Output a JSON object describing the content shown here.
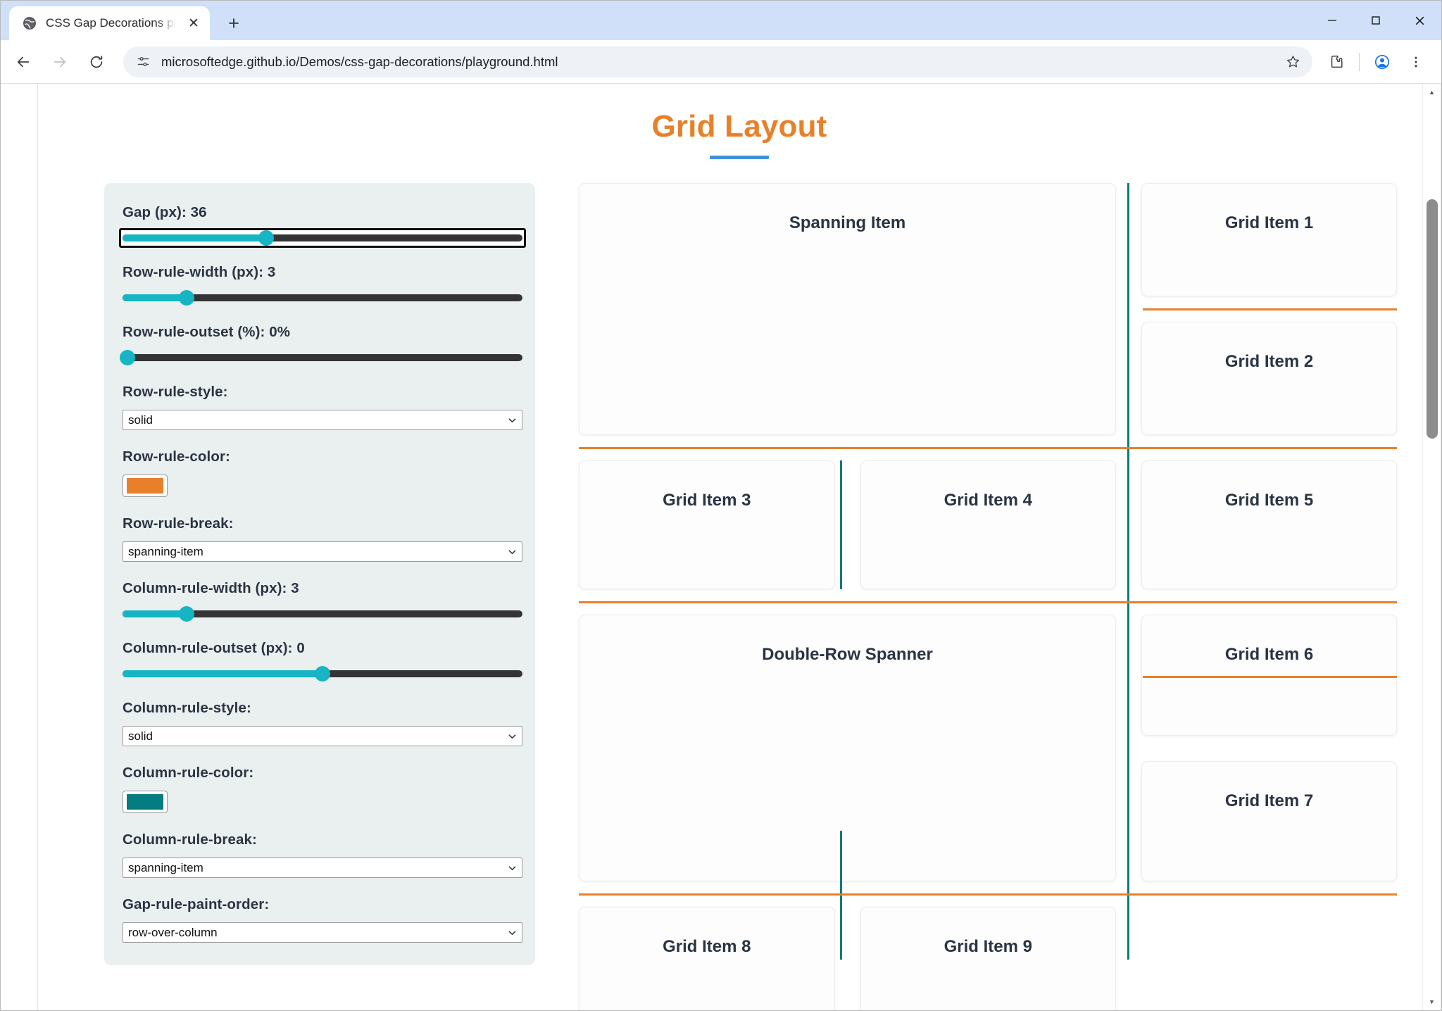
{
  "browser": {
    "tab": {
      "title": "CSS Gap Decorations playgroun",
      "favicon_name": "globe-icon",
      "close_label": "✕"
    },
    "newtab_label": "+",
    "window_controls": {
      "minimize": "–",
      "maximize": "□",
      "close": "✕"
    },
    "nav": {
      "back": "←",
      "forward": "→",
      "reload": "↻"
    },
    "omnibox": {
      "url": "microsoftedge.github.io/Demos/css-gap-decorations/playground.html",
      "site_info_icon": "tune-icon",
      "star_icon": "bookmark-star-icon"
    },
    "toolbar_icons": {
      "extensions": "puzzle-piece-icon",
      "profile": "account-circle-icon",
      "menu": "three-dot-menu-icon"
    }
  },
  "page": {
    "title": "Grid Layout",
    "accent_color": "#E8802A",
    "underline_color": "#3f93d6"
  },
  "controls": {
    "gap": {
      "label": "Gap (px): 36",
      "value": 36,
      "min": 0,
      "max": 100,
      "percent": 36,
      "focused": true
    },
    "row_rule_width": {
      "label": "Row-rule-width (px): 3",
      "value": 3,
      "min": 0,
      "max": 20,
      "percent": 16
    },
    "row_rule_outset": {
      "label": "Row-rule-outset (%): 0%",
      "value": 0,
      "min": 0,
      "max": 100,
      "percent": 0
    },
    "row_rule_style": {
      "label": "Row-rule-style:",
      "value": "solid"
    },
    "row_rule_color": {
      "label": "Row-rule-color:",
      "value": "#E8802A"
    },
    "row_rule_break": {
      "label": "Row-rule-break:",
      "value": "spanning-item"
    },
    "column_rule_width": {
      "label": "Column-rule-width (px): 3",
      "value": 3,
      "min": 0,
      "max": 20,
      "percent": 16
    },
    "column_rule_outset": {
      "label": "Column-rule-outset (px): 0",
      "value": 0,
      "min": -50,
      "max": 50,
      "percent": 50
    },
    "column_rule_style": {
      "label": "Column-rule-style:",
      "value": "solid"
    },
    "column_rule_color": {
      "label": "Column-rule-color:",
      "value": "#047C80"
    },
    "column_rule_break": {
      "label": "Column-rule-break:",
      "value": "spanning-item"
    },
    "gap_rule_paint_order": {
      "label": "Gap-rule-paint-order:",
      "value": "row-over-column"
    },
    "select_arrow": "▼"
  },
  "grid": {
    "row_rule_color": "#E8802A",
    "column_rule_color": "#047C80",
    "items": {
      "spanning": "Spanning Item",
      "item1": "Grid Item 1",
      "item2": "Grid Item 2",
      "item3": "Grid Item 3",
      "item4": "Grid Item 4",
      "item5": "Grid Item 5",
      "double_spanner": "Double-Row Spanner",
      "item6": "Grid Item 6",
      "item7": "Grid Item 7",
      "item8": "Grid Item 8",
      "item9": "Grid Item 9"
    }
  },
  "scrollbar": {
    "up_arrow": "▲",
    "down_arrow": "▼"
  }
}
